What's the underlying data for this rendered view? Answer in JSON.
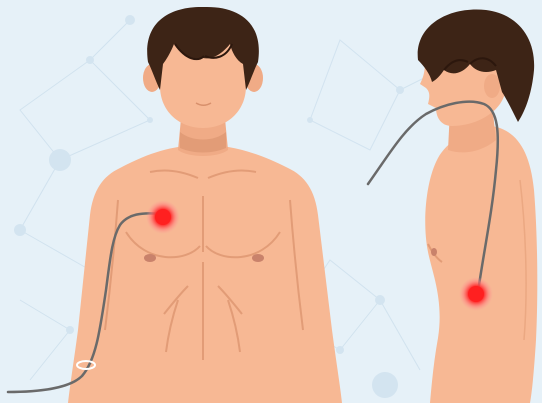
{
  "colors": {
    "background": "#e6f1f8",
    "network": "#c9dded",
    "skin": "#f7b894",
    "skin_shadow": "#e29c77",
    "hair": "#3d2416",
    "hair_dark": "#2c170d",
    "tube": "#6a6a6a",
    "marker": "#ff2a2a",
    "marker_glow": "#ff8a8a"
  },
  "figures": [
    {
      "view": "front",
      "marker": "chest-right"
    },
    {
      "view": "side",
      "marker": "lower-back"
    }
  ],
  "icons": [
    "pain-marker",
    "tube",
    "clip"
  ]
}
